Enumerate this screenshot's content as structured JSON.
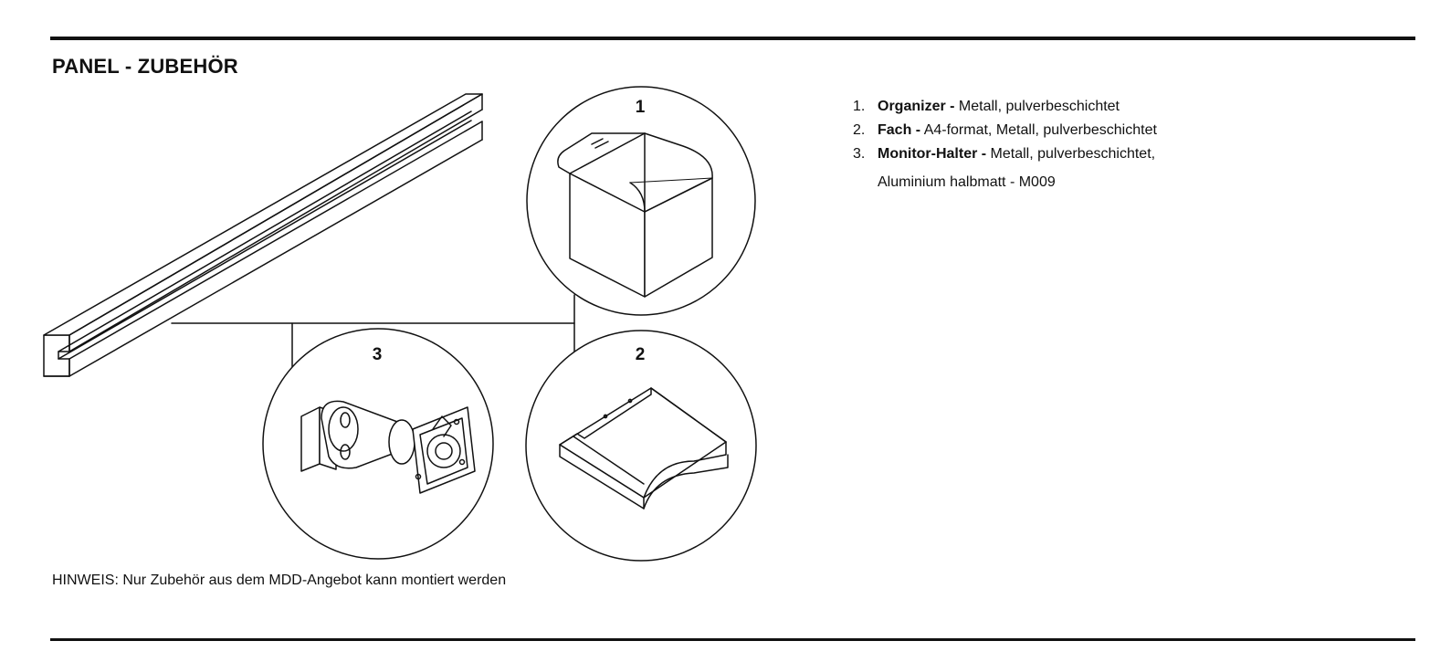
{
  "title": "PANEL - ZUBEHÖR",
  "note": "HINWEIS: Nur Zubehör aus dem MDD-Angebot kann montiert werden",
  "callouts": [
    "1",
    "2",
    "3"
  ],
  "legend": [
    {
      "num": "1.",
      "name": "Organizer -",
      "desc": " Metall, pulverbeschichtet",
      "cont": ""
    },
    {
      "num": "2.",
      "name": "Fach -",
      "desc": " A4-format, Metall, pulverbeschichtet",
      "cont": ""
    },
    {
      "num": "3.",
      "name": "Monitor-Halter -",
      "desc": " Metall, pulverbeschichtet,",
      "cont": "Aluminium halbmatt - M009"
    }
  ]
}
